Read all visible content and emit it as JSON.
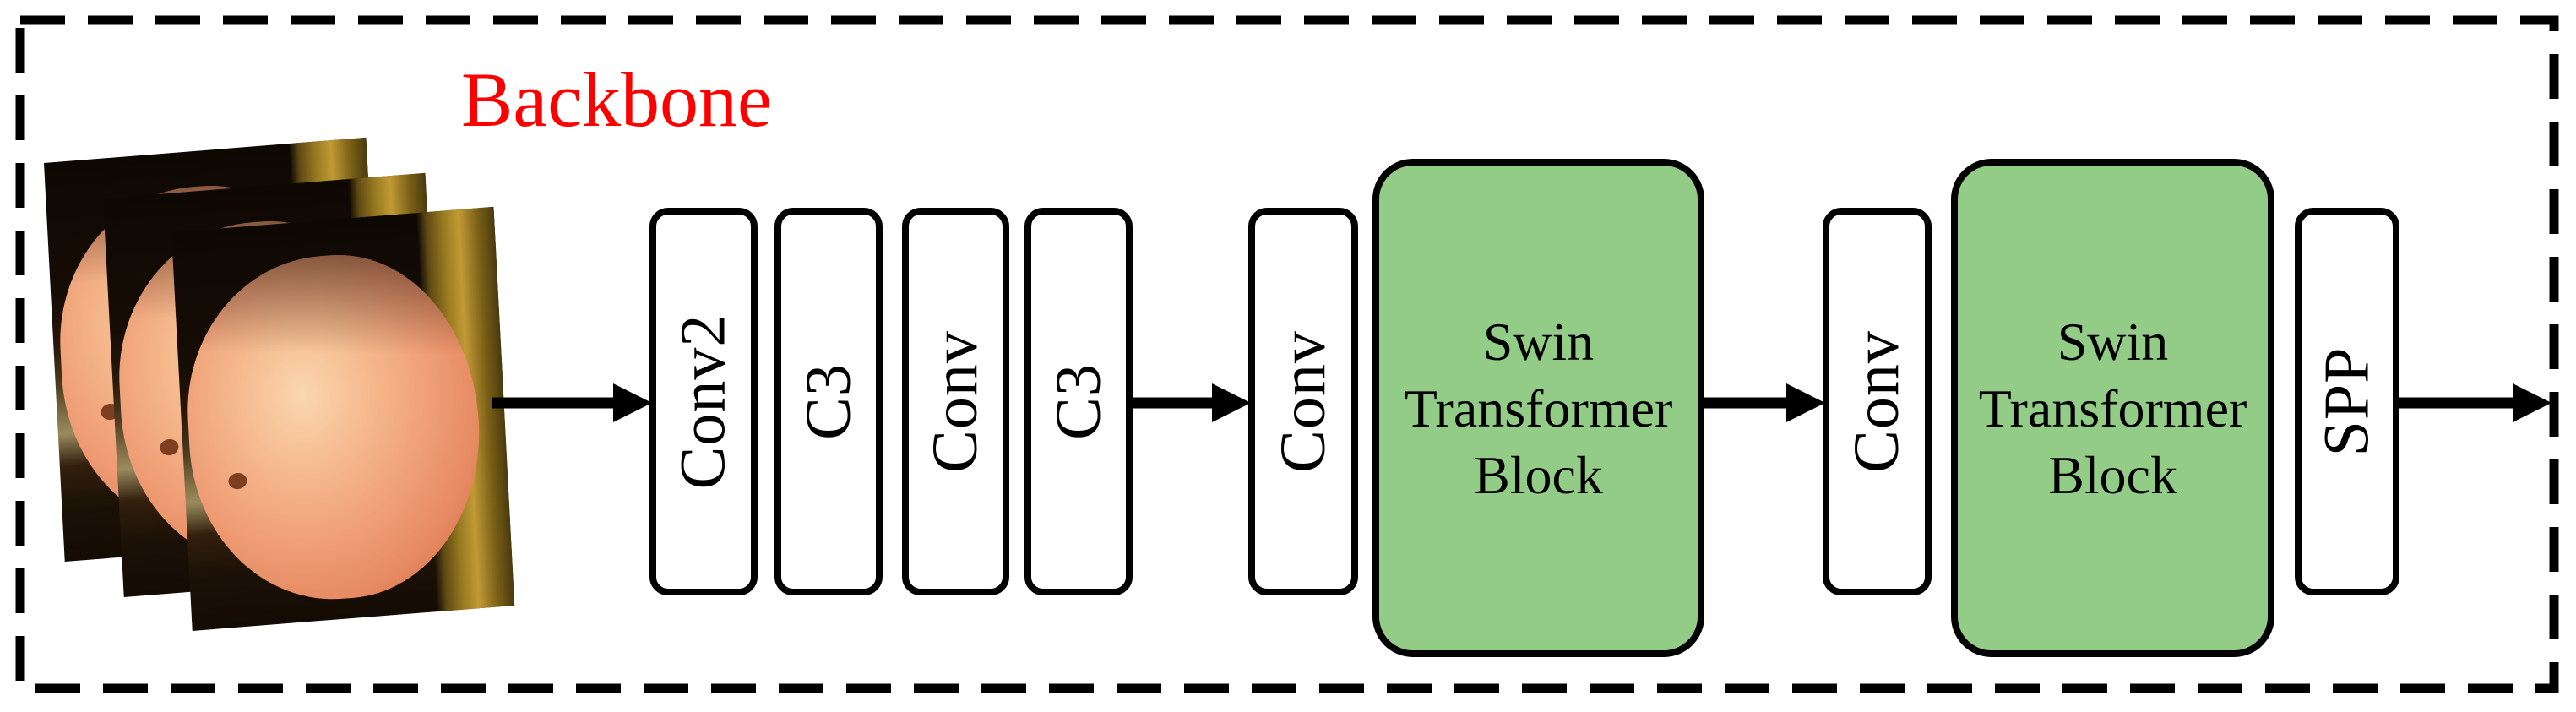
{
  "diagram": {
    "title": {
      "text": "Backbone"
    },
    "colors": {
      "title_red": "#ff0000",
      "block_green": "#93cc87",
      "line_black": "#000000",
      "background": "#ffffff"
    },
    "input_image": {
      "name": "apple-photo-stack",
      "frames": 3
    },
    "nodes": [
      {
        "label": "Conv2"
      },
      {
        "label": "C3"
      },
      {
        "label": "Conv"
      },
      {
        "label": "C3"
      },
      {
        "label": "Conv"
      },
      {
        "label": "Swin Transformer Block"
      },
      {
        "label": "Conv"
      },
      {
        "label": "Swin Transformer Block"
      },
      {
        "label": "SPP"
      }
    ],
    "edges": [
      {
        "from": "apple-photo-stack",
        "to": "Conv2"
      },
      {
        "from": "C3",
        "to": "Conv"
      },
      {
        "from": "Swin Transformer Block",
        "to": "Conv"
      },
      {
        "from": "SPP",
        "to": "output"
      }
    ]
  }
}
